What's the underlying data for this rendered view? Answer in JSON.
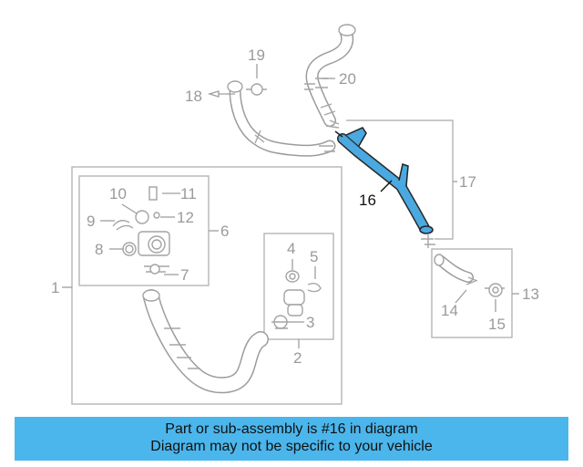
{
  "callouts": {
    "c1": "1",
    "c2": "2",
    "c3": "3",
    "c4": "4",
    "c5": "5",
    "c6": "6",
    "c7": "7",
    "c8": "8",
    "c9": "9",
    "c10": "10",
    "c11": "11",
    "c12": "12",
    "c13": "13",
    "c14": "14",
    "c15": "15",
    "c16": "16",
    "c17": "17",
    "c18": "18",
    "c19": "19",
    "c20": "20"
  },
  "highlight": {
    "part": "16",
    "color": "#4aa9e0"
  },
  "banner": {
    "line1": "Part or sub-assembly is #16 in diagram",
    "line2": "Diagram may not be specific to your vehicle",
    "color": "#4bb6ec"
  }
}
